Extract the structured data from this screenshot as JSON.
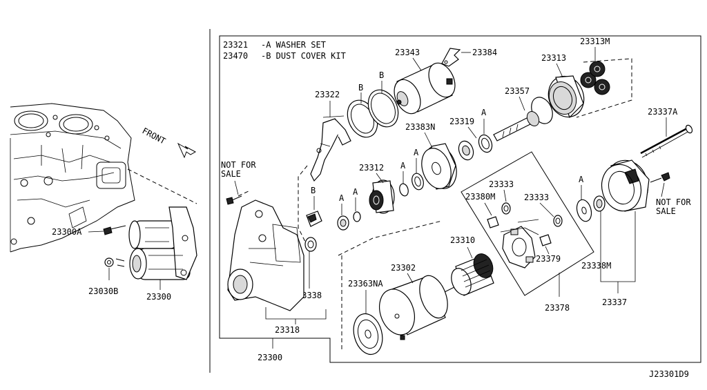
{
  "legend": {
    "line1_code": "23321",
    "line1_text": "-A WASHER SET",
    "line2_code": "23470",
    "line2_text": "-B DUST COVER KIT"
  },
  "front_label": "FRONT",
  "diagram_code": "J23301D9",
  "letters": {
    "a": "A",
    "b": "B"
  },
  "not_for_sale": {
    "line1": "NOT FOR",
    "line2": "SALE"
  },
  "parts": {
    "p23300": "23300",
    "p23300A": "23300A",
    "p23030B": "23030B",
    "p23343": "23343",
    "p23384": "23384",
    "p23313": "23313",
    "p23313M": "23313M",
    "p23322": "23322",
    "p23357": "23357",
    "p23383N": "23383N",
    "p23319": "23319",
    "p23337A": "23337A",
    "p23312": "23312",
    "p23333": "23333",
    "p23380M": "23380M",
    "p23310": "23310",
    "p23302": "23302",
    "p23363NA": "23363NA",
    "p23379": "23379",
    "p23338M": "23338M",
    "p23338": "23338",
    "p23318": "23318",
    "p23378": "23378",
    "p23337": "23337"
  }
}
